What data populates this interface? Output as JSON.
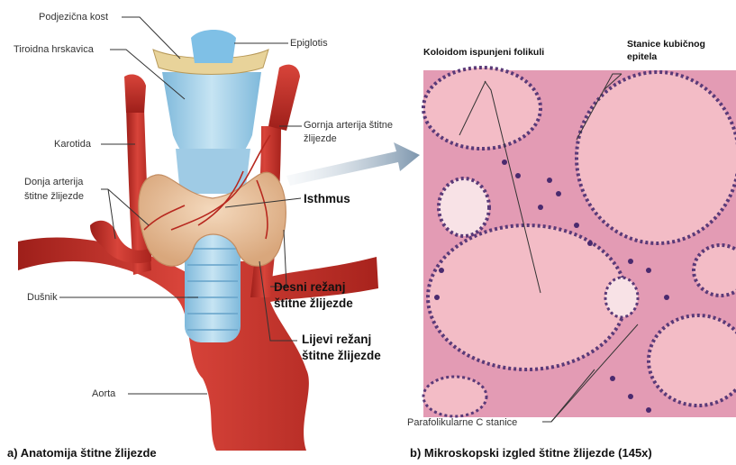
{
  "anatomy_labels": {
    "podjezicna": "Podjezična kost",
    "tiroidna": "Tiroidna hrskavica",
    "epiglotis": "Epiglotis",
    "gornja_line1": "Gornja arterija štitne",
    "gornja_line2": "žlijezde",
    "karotida": "Karotida",
    "donja_line1": "Donja arterija",
    "donja_line2": "štitne žlijezde",
    "isthmus": "Isthmus",
    "dusnik": "Dušnik",
    "desni_line1": "Desni režanj",
    "desni_line2": "štitne žlijezde",
    "lijevi_line1": "Lijevi režanj",
    "lijevi_line2": "štitne žlijezde",
    "aorta": "Aorta"
  },
  "micro_labels": {
    "koloidom": "Koloidom ispunjeni folikuli",
    "stanice_line1": "Stanice kubičnog",
    "stanice_line2": "epitela",
    "parafolikularne": "Parafolikularne C stanice"
  },
  "captions": {
    "a": "a) Anatomija štitne žlijezde",
    "b": "b) Mikroskopski izgled štitne žlijezde (145x)"
  },
  "colors": {
    "artery": "#c8322a",
    "cartilage": "#a9d3ea",
    "thyroid": "#e9c5a0",
    "colloid": "#f3bcc6",
    "stroma": "#d77a9c",
    "nuclei": "#4a2a6e"
  }
}
